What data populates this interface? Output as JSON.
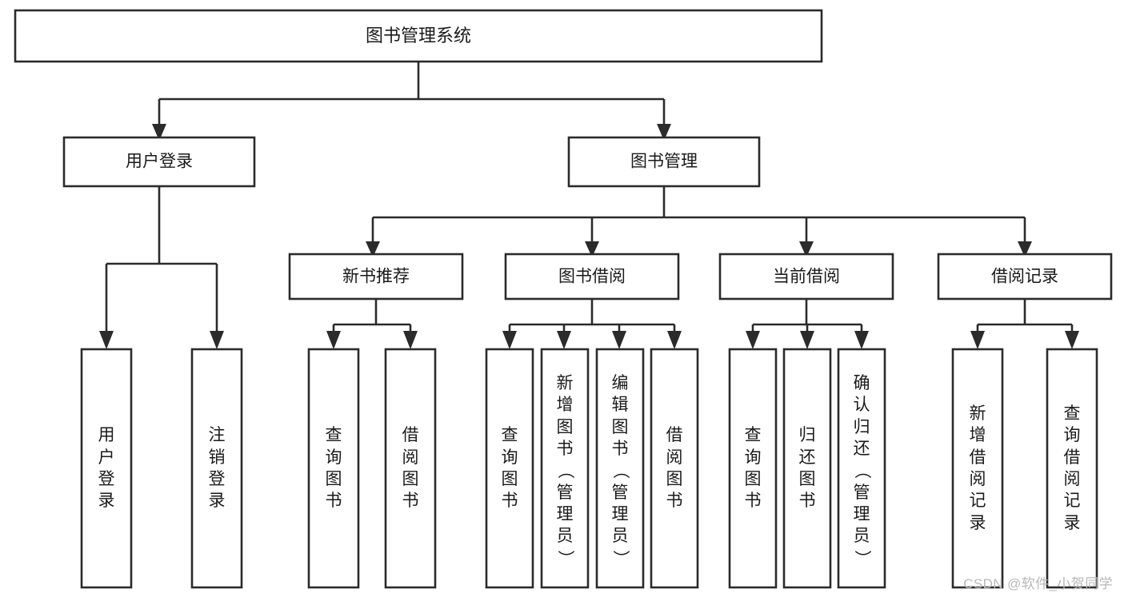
{
  "diagram": {
    "title": "图书管理系统",
    "watermark": "CSDN @软件_小贺同学",
    "colors": {
      "stroke": "#2b2b2b",
      "box_fill": "#ffffff",
      "text": "#1a1a1a",
      "background": "#ffffff",
      "watermark": "#b8b8b8"
    }
  },
  "chart_data": {
    "type": "tree",
    "title": "图书管理系统",
    "orientation": "top-down",
    "levels": 4,
    "root": {
      "label": "图书管理系统",
      "children": [
        {
          "label": "用户登录",
          "children": [
            {
              "label": "用户登录",
              "children": []
            },
            {
              "label": "注销登录",
              "children": []
            }
          ]
        },
        {
          "label": "图书管理",
          "children": [
            {
              "label": "新书推荐",
              "children": [
                {
                  "label": "查询图书",
                  "children": []
                },
                {
                  "label": "借阅图书",
                  "children": []
                }
              ]
            },
            {
              "label": "图书借阅",
              "children": [
                {
                  "label": "查询图书",
                  "children": []
                },
                {
                  "label": "新增图书（管理员）",
                  "children": []
                },
                {
                  "label": "编辑图书（管理员）",
                  "children": []
                },
                {
                  "label": "借阅图书",
                  "children": []
                }
              ]
            },
            {
              "label": "当前借阅",
              "children": [
                {
                  "label": "查询图书",
                  "children": []
                },
                {
                  "label": "归还图书",
                  "children": []
                },
                {
                  "label": "确认归还（管理员）",
                  "children": []
                }
              ]
            },
            {
              "label": "借阅记录",
              "children": [
                {
                  "label": "新增借阅记录",
                  "children": []
                },
                {
                  "label": "查询借阅记录",
                  "children": []
                }
              ]
            }
          ]
        }
      ]
    }
  },
  "nodes": {
    "root": {
      "label": "图书管理系统"
    },
    "level2": [
      {
        "id": "user-login",
        "label": "用户登录"
      },
      {
        "id": "book-manage",
        "label": "图书管理"
      }
    ],
    "level3": [
      {
        "id": "new-book-recommend",
        "label": "新书推荐"
      },
      {
        "id": "book-borrow",
        "label": "图书借阅"
      },
      {
        "id": "current-borrow",
        "label": "当前借阅"
      },
      {
        "id": "borrow-record",
        "label": "借阅记录"
      }
    ],
    "leaves": [
      {
        "id": "leaf-user-login",
        "label": "用户登录",
        "chars": [
          "用",
          "户",
          "登",
          "录"
        ]
      },
      {
        "id": "leaf-logout",
        "label": "注销登录",
        "chars": [
          "注",
          "销",
          "登",
          "录"
        ]
      },
      {
        "id": "leaf-query-book-1",
        "label": "查询图书",
        "chars": [
          "查",
          "询",
          "图",
          "书"
        ]
      },
      {
        "id": "leaf-borrow-book-1",
        "label": "借阅图书",
        "chars": [
          "借",
          "阅",
          "图",
          "书"
        ]
      },
      {
        "id": "leaf-query-book-2",
        "label": "查询图书",
        "chars": [
          "查",
          "询",
          "图",
          "书"
        ]
      },
      {
        "id": "leaf-add-book",
        "label": "新增图书（管理员）",
        "chars": [
          "新",
          "增",
          "图",
          "书",
          "（",
          "管",
          "理",
          "员",
          "）"
        ]
      },
      {
        "id": "leaf-edit-book",
        "label": "编辑图书（管理员）",
        "chars": [
          "编",
          "辑",
          "图",
          "书",
          "（",
          "管",
          "理",
          "员",
          "）"
        ]
      },
      {
        "id": "leaf-borrow-book-2",
        "label": "借阅图书",
        "chars": [
          "借",
          "阅",
          "图",
          "书"
        ]
      },
      {
        "id": "leaf-query-book-3",
        "label": "查询图书",
        "chars": [
          "查",
          "询",
          "图",
          "书"
        ]
      },
      {
        "id": "leaf-return-book",
        "label": "归还图书",
        "chars": [
          "归",
          "还",
          "图",
          "书"
        ]
      },
      {
        "id": "leaf-confirm-return",
        "label": "确认归还（管理员）",
        "chars": [
          "确",
          "认",
          "归",
          "还",
          "（",
          "管",
          "理",
          "员",
          "）"
        ]
      },
      {
        "id": "leaf-add-record",
        "label": "新增借阅记录",
        "chars": [
          "新",
          "增",
          "借",
          "阅",
          "记",
          "录"
        ]
      },
      {
        "id": "leaf-query-record",
        "label": "查询借阅记录",
        "chars": [
          "查",
          "询",
          "借",
          "阅",
          "记",
          "录"
        ]
      }
    ]
  }
}
